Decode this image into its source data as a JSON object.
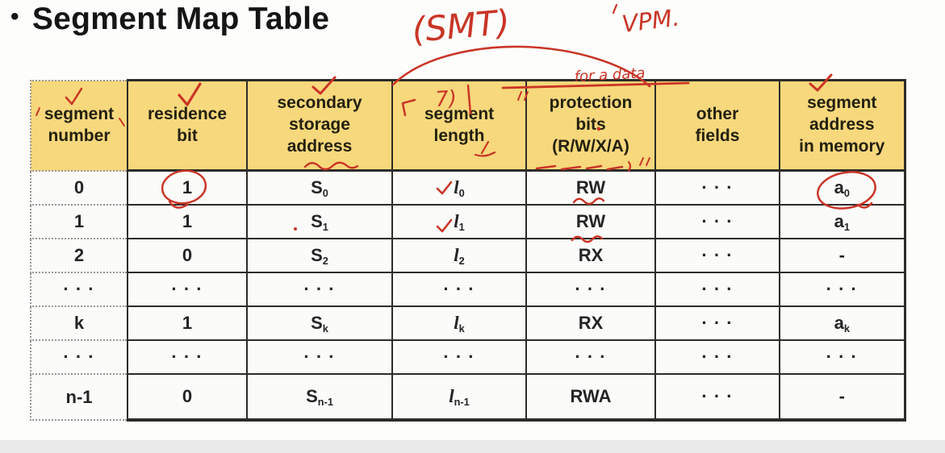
{
  "title": {
    "bullet": "•",
    "text": "Segment Map Table"
  },
  "handwriting": {
    "smt": "(SMT)",
    "vpm": "VPM.",
    "length_note": "7)",
    "data_scribble": "for a data"
  },
  "colors": {
    "header_bg": "#f8d87c",
    "annotation_red": "#c93526",
    "border_dark": "#2e2c28"
  },
  "table": {
    "headers": [
      {
        "lines": [
          "segment",
          "number",
          ""
        ]
      },
      {
        "lines": [
          "residence",
          "bit",
          ""
        ]
      },
      {
        "lines": [
          "secondary",
          "storage",
          "address"
        ]
      },
      {
        "lines": [
          "segment",
          "length",
          ""
        ]
      },
      {
        "lines": [
          "protection",
          "bits",
          "(R/W/X/A)"
        ]
      },
      {
        "lines": [
          "other",
          "fields",
          ""
        ]
      },
      {
        "lines": [
          "segment",
          "address",
          "in memory"
        ]
      }
    ],
    "rows": [
      {
        "cells": [
          {
            "base": "0"
          },
          {
            "base": "1"
          },
          {
            "base": "S",
            "sub": "0"
          },
          {
            "base": "l",
            "sub": "0"
          },
          {
            "base": "RW"
          },
          {
            "base": "· · ·"
          },
          {
            "base": "a",
            "sub": "0"
          }
        ]
      },
      {
        "cells": [
          {
            "base": "1"
          },
          {
            "base": "1"
          },
          {
            "base": "S",
            "sub": "1"
          },
          {
            "base": "l",
            "sub": "1"
          },
          {
            "base": "RW"
          },
          {
            "base": "· · ·"
          },
          {
            "base": "a",
            "sub": "1"
          }
        ]
      },
      {
        "cells": [
          {
            "base": "2"
          },
          {
            "base": "0"
          },
          {
            "base": "S",
            "sub": "2"
          },
          {
            "base": "l",
            "sub": "2"
          },
          {
            "base": "RX"
          },
          {
            "base": "· · ·"
          },
          {
            "base": "-"
          }
        ]
      },
      {
        "cells": [
          {
            "base": "· · ·"
          },
          {
            "base": "· · ·"
          },
          {
            "base": "· · ·"
          },
          {
            "base": "· · ·"
          },
          {
            "base": "· · ·"
          },
          {
            "base": "· · ·"
          },
          {
            "base": "· · ·"
          }
        ]
      },
      {
        "cells": [
          {
            "base": "k"
          },
          {
            "base": "1"
          },
          {
            "base": "S",
            "sub": "k"
          },
          {
            "base": "l",
            "sub": "k"
          },
          {
            "base": "RX"
          },
          {
            "base": "· · ·"
          },
          {
            "base": "a",
            "sub": "k"
          }
        ]
      },
      {
        "cells": [
          {
            "base": "· · ·"
          },
          {
            "base": "· · ·"
          },
          {
            "base": "· · ·"
          },
          {
            "base": "· · ·"
          },
          {
            "base": "· · ·"
          },
          {
            "base": "· · ·"
          },
          {
            "base": "· · ·"
          }
        ]
      },
      {
        "cells": [
          {
            "base": "n-1"
          },
          {
            "base": "0"
          },
          {
            "base": "S",
            "sub": "n-1"
          },
          {
            "base": "l",
            "sub": "n-1"
          },
          {
            "base": "RWA"
          },
          {
            "base": "· · ·"
          },
          {
            "base": "-"
          }
        ]
      }
    ]
  }
}
